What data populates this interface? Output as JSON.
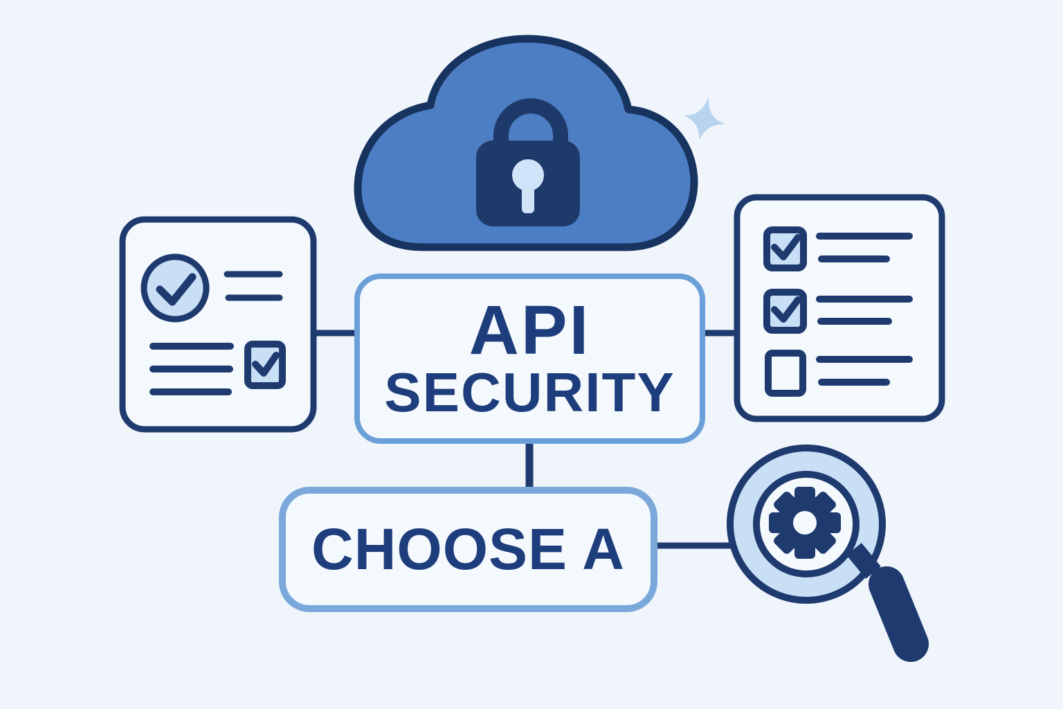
{
  "title_box": {
    "line1": "API",
    "line2": "SECURITY"
  },
  "choose_box": {
    "label": "CHOOSE A"
  },
  "colors": {
    "background": "#eff5fb",
    "panel": "#f4f9fd",
    "navy": "#1e3a6e",
    "outline_navy": "#17335f",
    "text_navy": "#1e3d7c",
    "cloud_blue": "#4d7ec4",
    "light_blue": "#c8dff6",
    "box_border": "#6b9fd8",
    "choose_border": "#7aa8da",
    "keyhole": "#cfe4f8",
    "sparkle": "#b7d3ee",
    "lock_navy": "#1d3a6b"
  },
  "icons": {
    "cloud_lock": "cloud-with-padlock-icon",
    "sparkle": "sparkle-star-icon",
    "left_panel": "document-with-checkmarks-icon",
    "right_panel": "checklist-icon",
    "magnifier": "magnifier-with-gear-icon"
  }
}
